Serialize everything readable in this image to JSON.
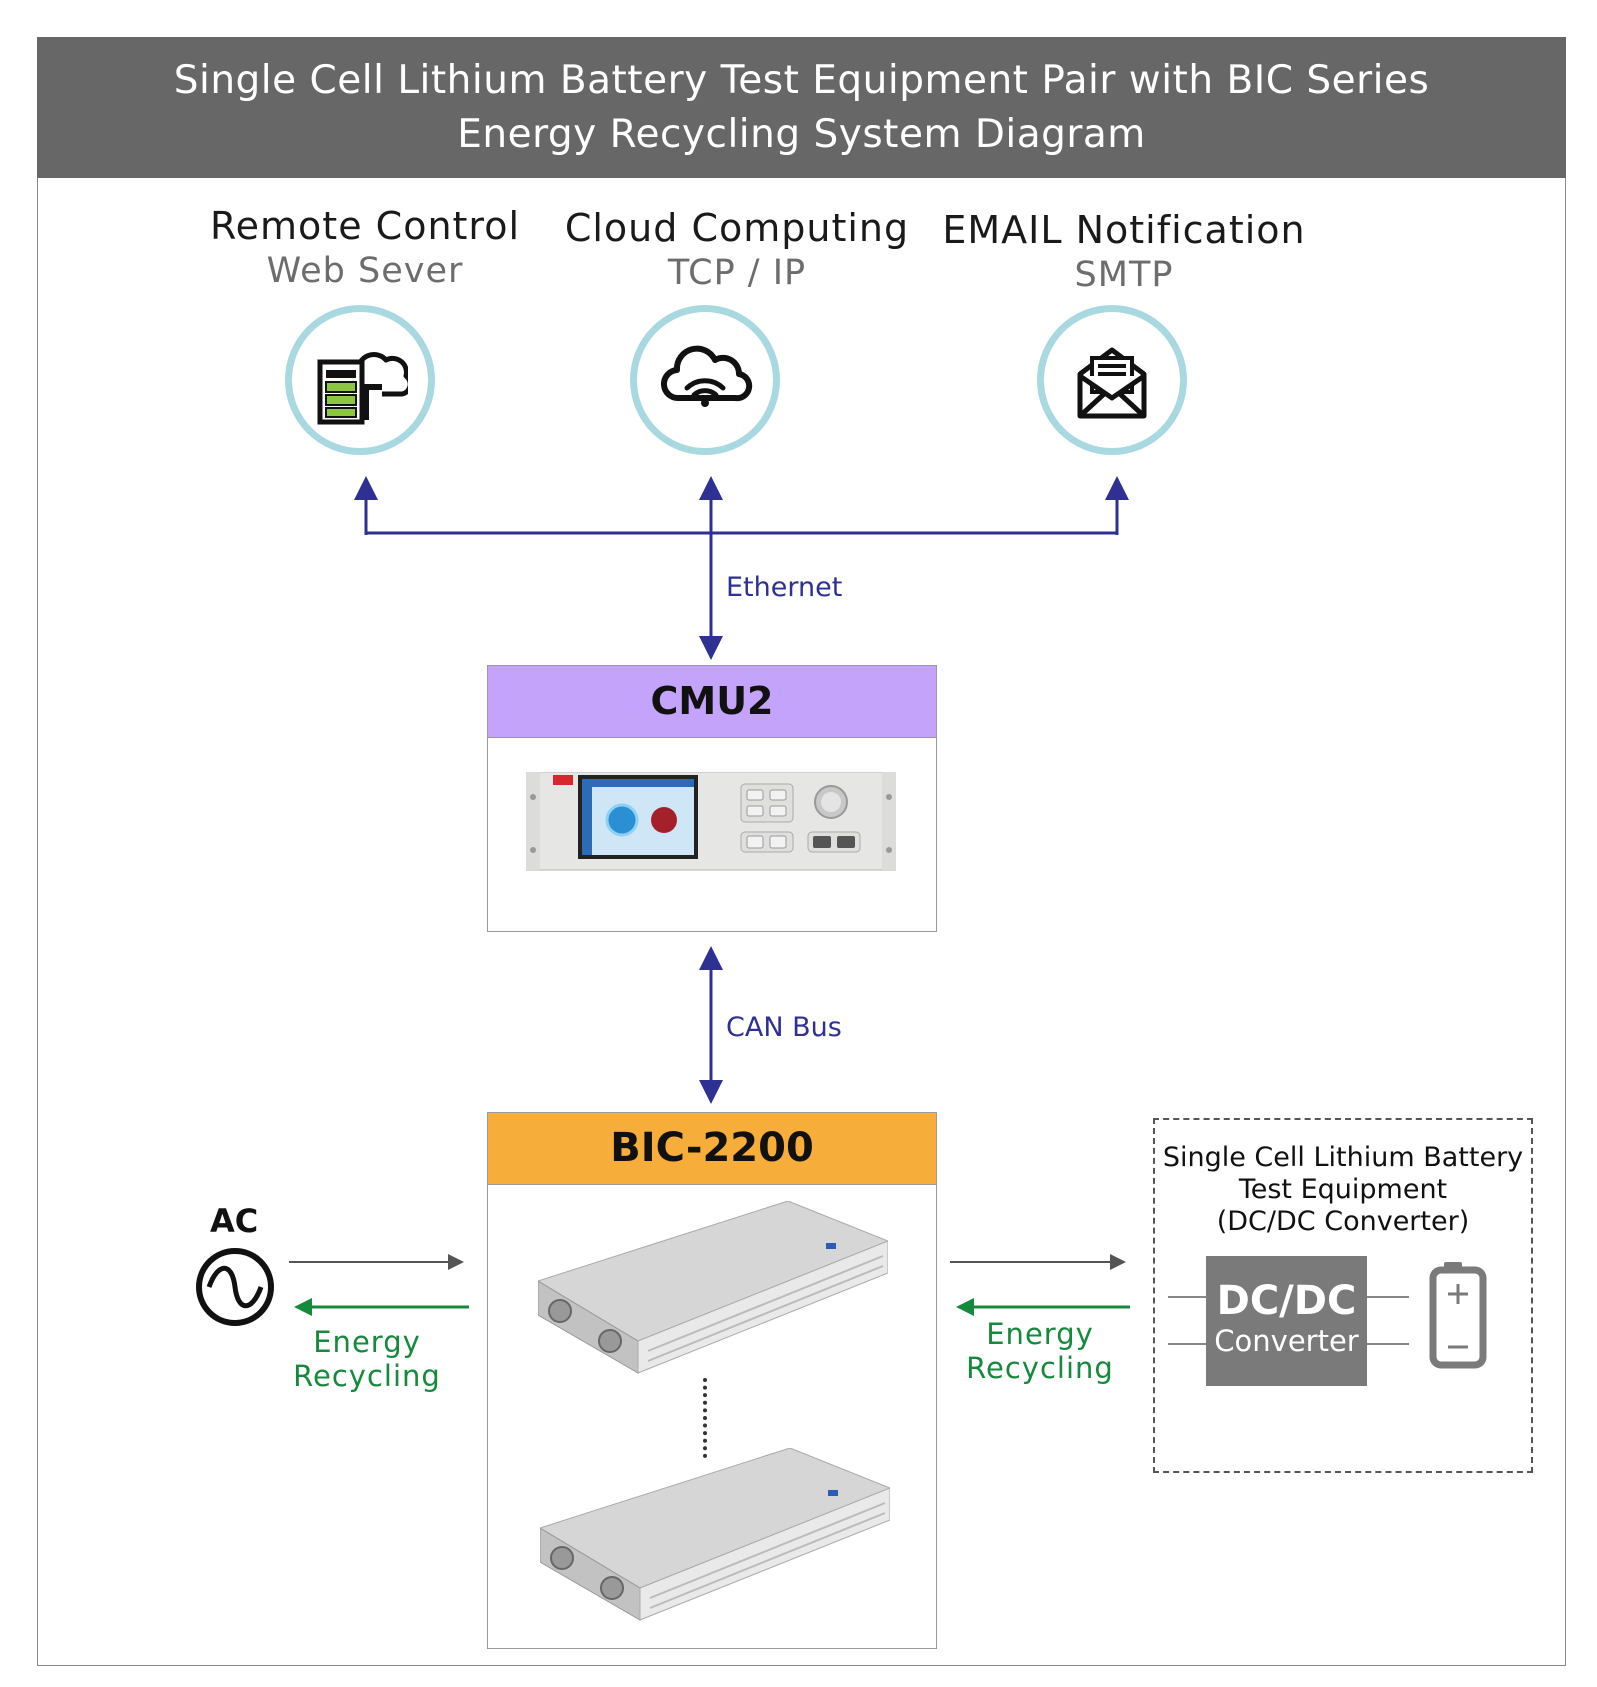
{
  "header": {
    "title_line1": "Single Cell Lithium Battery Test Equipment Pair with BIC Series",
    "title_line2": "Energy Recycling System Diagram"
  },
  "services": [
    {
      "title": "Remote Control",
      "subtitle": "Web Sever",
      "icon": "server-cloud-icon"
    },
    {
      "title": "Cloud Computing",
      "subtitle": "TCP / IP",
      "icon": "cloud-wifi-icon"
    },
    {
      "title": "EMAIL Notification",
      "subtitle": "SMTP",
      "icon": "envelope-icon"
    }
  ],
  "links": {
    "ethernet": "Ethernet",
    "can_bus": "CAN Bus"
  },
  "cmu2": {
    "title": "CMU2",
    "header_color": "#c4a3fb"
  },
  "bic": {
    "title": "BIC-2200",
    "header_color": "#f7ad3a"
  },
  "ac": {
    "label": "AC"
  },
  "energy_recycling": {
    "left_line1": "Energy",
    "left_line2": "Recycling",
    "right_line1": "Energy",
    "right_line2": "Recycling"
  },
  "test_equipment": {
    "line1": "Single Cell Lithium Battery",
    "line2": "Test Equipment",
    "line3": "(DC/DC Converter)",
    "dcdc_line1": "DC/DC",
    "dcdc_line2": "Converter"
  },
  "colors": {
    "navy_arrow": "#2f3093",
    "green_arrow": "#168a3c",
    "circle_border": "#a9d9e0",
    "header_bg": "#676767"
  }
}
